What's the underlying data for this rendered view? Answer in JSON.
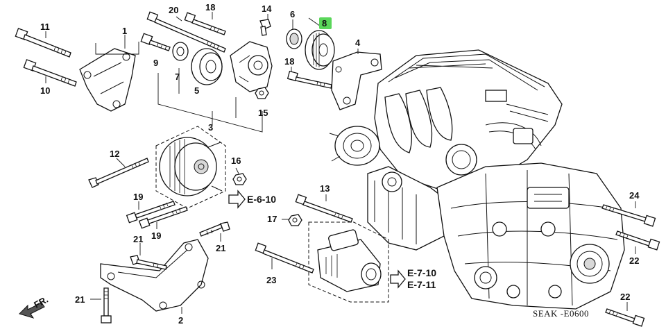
{
  "diagram": {
    "highlight_color": "#5ad65a",
    "callouts": {
      "p1": "1",
      "p2": "2",
      "p3": "3",
      "p4": "4",
      "p5": "5",
      "p6": "6",
      "p7": "7",
      "p8": "8",
      "p9": "9",
      "p10": "10",
      "p11": "11",
      "p12": "12",
      "p13": "13",
      "p14": "14",
      "p15": "15",
      "p16": "16",
      "p17": "17",
      "p18a": "18",
      "p18b": "18",
      "p19a": "19",
      "p19b": "19",
      "p20": "20",
      "p21a": "21",
      "p21b": "21",
      "p21c": "21",
      "p22a": "22",
      "p22b": "22",
      "p23": "23",
      "p24": "24"
    },
    "references": {
      "alternator_ref": "E-6-10",
      "starter_ref_1": "E-7-10",
      "starter_ref_2": "E-7-11"
    },
    "direction_label": "FR.",
    "diagram_code": "SEAK -E0600"
  }
}
